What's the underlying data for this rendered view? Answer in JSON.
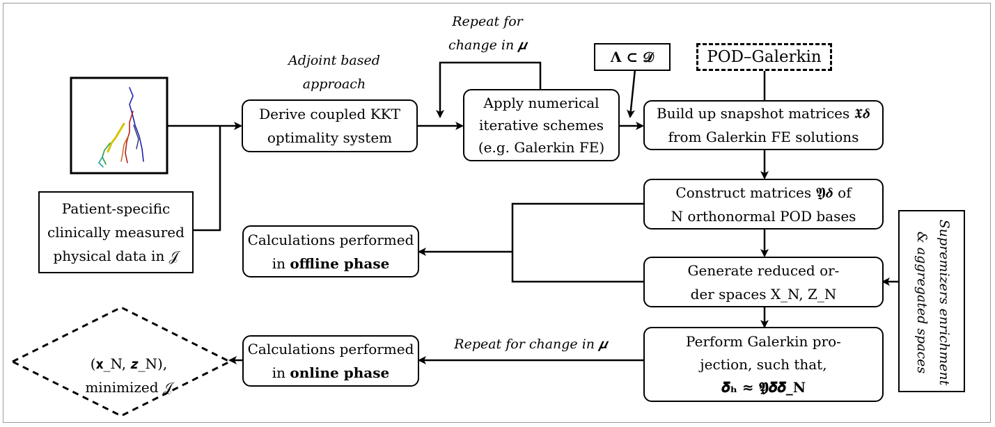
{
  "patient_box": {
    "lines": [
      "Patient-specific",
      "clinically measured",
      "physical data in 𝒥"
    ]
  },
  "adjoint_note": {
    "lines": [
      "Adjoint based",
      "approach"
    ]
  },
  "kkt_box": {
    "lines": [
      "Derive coupled KKT",
      "optimality system"
    ]
  },
  "repeat_note_top": {
    "lines": [
      "Repeat for",
      "change in 𝝁"
    ]
  },
  "numerical_box": {
    "lines": [
      "Apply numerical",
      "iterative schemes",
      "(e.g.  Galerkin FE)"
    ]
  },
  "lambda_box": {
    "text": "𝚲 ⊂ 𝒟"
  },
  "pod_box": {
    "text": "POD–Galerkin"
  },
  "snapshot_box": {
    "lines": [
      "Build up snapshot matrices 𝖃𝜹",
      "from Galerkin FE solutions"
    ]
  },
  "construct_box": {
    "lines": [
      "Construct matrices 𝖄𝜹  of",
      "N orthonormal POD bases"
    ]
  },
  "offline_box": {
    "line1": "Calculations performed",
    "line2_prefix": "in ",
    "line2_bold": "offline phase"
  },
  "generate_box": {
    "lines": [
      "Generate reduced or-",
      "der spaces X_N, Z_N"
    ]
  },
  "supremizers_box": {
    "lines": [
      "Supremizers enrichment",
      "& aggregated spaces"
    ]
  },
  "online_box": {
    "line1": "Calculations performed",
    "line2_prefix": "in ",
    "line2_bold": "online phase"
  },
  "repeat_note_bottom": {
    "text": "Repeat for change in 𝝁"
  },
  "galerkin_box": {
    "lines": [
      "Perform Galerkin pro-",
      "jection, such that,",
      "𝜹ₕ  ≈  𝖄𝜹𝜹_N"
    ]
  },
  "result_diamond": {
    "lines": [
      "(𝐱_N, 𝒛_N),",
      "minimized 𝒥"
    ]
  },
  "colors": {
    "line": "#000000",
    "frame": "#9a9a9a",
    "vessel_yellow": "#d6c400",
    "vessel_green": "#3aa34a",
    "vessel_blue": "#2020b0",
    "vessel_red": "#b02020",
    "vessel_cyan": "#20a0a0",
    "vessel_orange": "#d07020"
  }
}
